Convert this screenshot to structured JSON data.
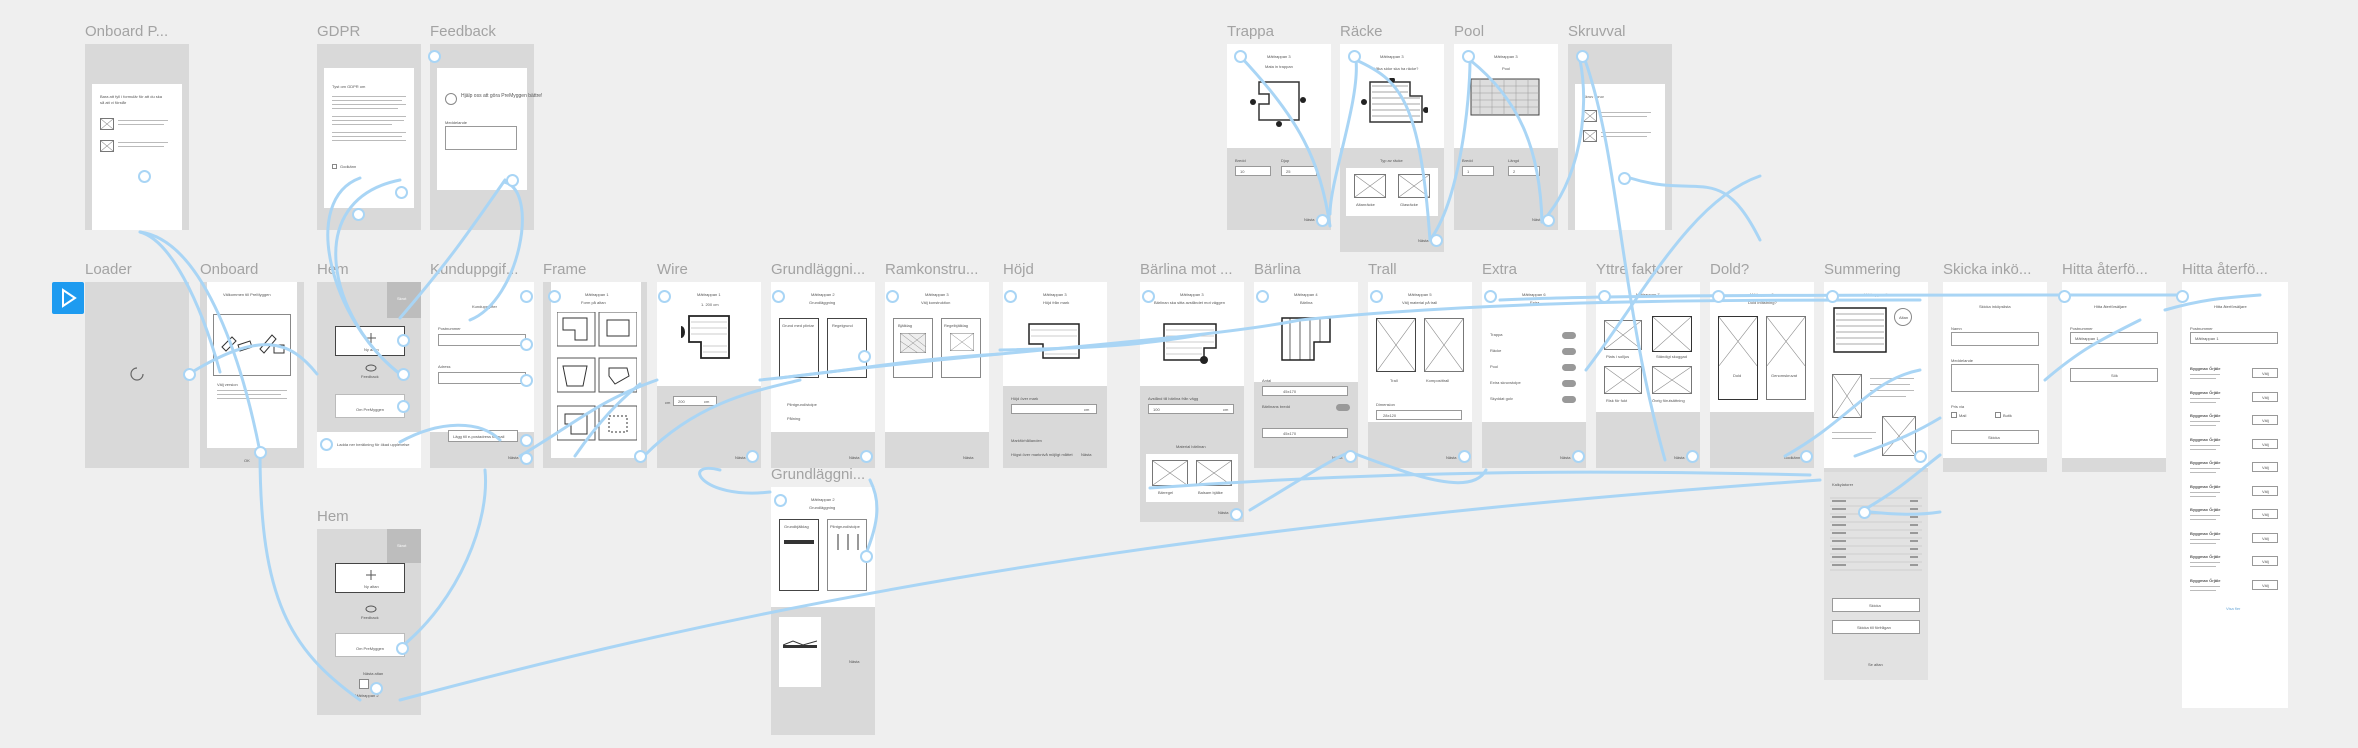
{
  "canvas": {
    "accent_color": "#1e9bf0",
    "connector_color": "#a9d5f5",
    "background_color": "#efefef",
    "frame_color": "#d9d9d9",
    "play_icon": "play-icon"
  },
  "frames": {
    "onboard_p": {
      "title": "Onboard P...",
      "text1": "Bara att fyll i formulär för att du ska",
      "text2": "så att vi förstår"
    },
    "gdpr": {
      "title": "GDPR",
      "heading": "Tyst om GDPR om",
      "cta": "Godkänn"
    },
    "feedback": {
      "title": "Feedback",
      "heading": "Hjälp oss att göra PreMyggen bättre!",
      "label": "Meddelande"
    },
    "trappa": {
      "title": "Trappa",
      "step": "Mättrappan 3",
      "sub": "Mata in trappan",
      "bredd": "Bredd",
      "djup": "Djup",
      "v1": "10",
      "v2": "25",
      "u": "cm",
      "next": "Nästa"
    },
    "racke": {
      "title": "Räcke",
      "step": "Mättrappan 3",
      "sub": "Vilka sidor ska ha räcke?",
      "type": "Typ av räcke",
      "opt1": "Altanräcke",
      "opt2": "Glasräcke",
      "next": "Nästa"
    },
    "pool": {
      "title": "Pool",
      "step": "Mättrappan 3",
      "sub": "Pool",
      "bredd": "Bredd",
      "langd": "Längd",
      "v1": "1",
      "v2": "2",
      "next": "Nästa"
    },
    "skruvval": {
      "title": "Skruvval",
      "text": "Skruv skruv",
      "next": "Nästa"
    },
    "loader": {
      "title": "Loader"
    },
    "onboard": {
      "title": "Onboard",
      "heading": "Välkommen till PreMyggen",
      "sub": "Välj version",
      "next": "OK"
    },
    "hem": {
      "title": "Hem",
      "tab": "Skrot",
      "item1": "Ny altan",
      "item2": "Feedback",
      "item3": "Om PreMyggen",
      "note": "Ladda ner beräkning för ökad upplevelse"
    },
    "kundur": {
      "title": "Kunduppgif...",
      "heading": "Kunduppgifter",
      "label1": "Postnummer",
      "label2": "Adress",
      "note": "Lägg till e-postadress till mail",
      "next": "Nästa"
    },
    "frame": {
      "title": "Frame",
      "step": "Mättrappan 1",
      "sub": "Form på altan"
    },
    "wire": {
      "title": "Wire",
      "step": "Mättrappan 1",
      "sub": "1. 200 cm",
      "v1": "200",
      "u": "cm",
      "next": "Nästa"
    },
    "grund1": {
      "title": "Grundläggni...",
      "step": "Mättrappan 2",
      "sub": "Grundläggning",
      "opt1": "Grund med plintar",
      "opt2": "Regelgrund",
      "opt3": "Plintgrund/stolpe",
      "opt4": "Pålning",
      "next": "Nästa"
    },
    "ramkon": {
      "title": "Ramkonstru...",
      "step": "Mättrappan 3",
      "sub": "Välj konstruktion",
      "opt1": "Bjälklag",
      "opt2": "Regelbjälklag",
      "next": "Nästa"
    },
    "hojd": {
      "title": "Höjd",
      "step": "Mättrappan 3",
      "sub": "Höjd från mark",
      "label1": "Höjd över mark",
      "u": "cm",
      "label2": "Markförhållanden",
      "note": "Högst över marknivå möjligt måttet",
      "next": "Nästa"
    },
    "barlina_mot": {
      "title": "Bärlina mot ...",
      "step": "Mättrappan 3",
      "sub": "Bärlinan ska sitta avståndet mot väggen",
      "label": "Avstånd till bärlina från vägg",
      "v": "100",
      "u": "cm",
      "type": "Material bärlinan",
      "opt1": "Bärregel",
      "opt2": "Balsam bjälke",
      "next": "Nästa"
    },
    "barlina": {
      "title": "Bärlina",
      "step": "Mättrappan 4",
      "sub": "Bärlina",
      "label1": "Antal",
      "label2": "Bärlinans bredd",
      "v": "45x170",
      "next": "Nästa"
    },
    "trall": {
      "title": "Trall",
      "step": "Mättrappan 5",
      "sub": "Välj material på trall",
      "opt1": "Trall",
      "opt2": "Komposittrall",
      "label": "Dimension",
      "v": "28x120",
      "next": "Nästa"
    },
    "extra": {
      "title": "Extra",
      "step": "Mättrappan 6",
      "sub": "Extra",
      "o1": "Trappa",
      "o2": "Räcke",
      "o3": "Pool",
      "o4": "Extra skruvstolpe",
      "o5": "Skyddat golv",
      "next": "Nästa"
    },
    "yttre": {
      "title": "Yttre faktorer",
      "step": "Mättrappan 7",
      "o1": "Plats i solljus",
      "o2": "Ständigt skuggad",
      "o3": "Risk för fukt",
      "o4": "Övrig förutsättning",
      "next": "Nästa"
    },
    "dold": {
      "title": "Dold?",
      "step": "Mättrappan 8",
      "sub": "Dold infästning?",
      "opt1": "Dold",
      "opt2": "Genomskruvat",
      "next": "Godkänn"
    },
    "summering": {
      "title": "Summering",
      "step": "Mättrappan 9",
      "badge": "Altan",
      "lower_title": "Kalkylatorer",
      "btn1": "Skicka",
      "btn2": "Skicka till förfrågan",
      "note": "Se altan"
    },
    "skicka": {
      "title": "Skicka inkö...",
      "heading": "Skicka inköpslista",
      "label1": "Namn",
      "label2": "Meddelande",
      "label3": "Pris via",
      "opt1": "Mail",
      "opt2": "Butik",
      "btn": "Skicka"
    },
    "hitta1": {
      "title": "Hitta återfö...",
      "heading": "Hitta återförsäljare",
      "label": "Postnummer",
      "v": "Mättrappan 1",
      "btn": "Sök"
    },
    "hitta2": {
      "title": "Hitta återfö...",
      "heading": "Hitta återförsäljare",
      "label": "Postnummer",
      "v": "Mättrappan 1",
      "store": "Byggmax Örjäle",
      "btn": "Välj",
      "more": "Visa fler"
    },
    "grund2": {
      "title": "Grundläggni...",
      "step": "Mättrappan 2",
      "sub": "Grundläggning",
      "opt1": "Grundbjälklag",
      "opt2": "Plintgrund/stolpe",
      "next": "Nästa"
    },
    "hem2": {
      "title": "Hem",
      "tab": "Skrot",
      "item1": "Ny altan",
      "item2": "Feedback",
      "item3": "Om PreMyggen",
      "label": "Nästa altan",
      "v": "Mättrappan 2"
    }
  }
}
